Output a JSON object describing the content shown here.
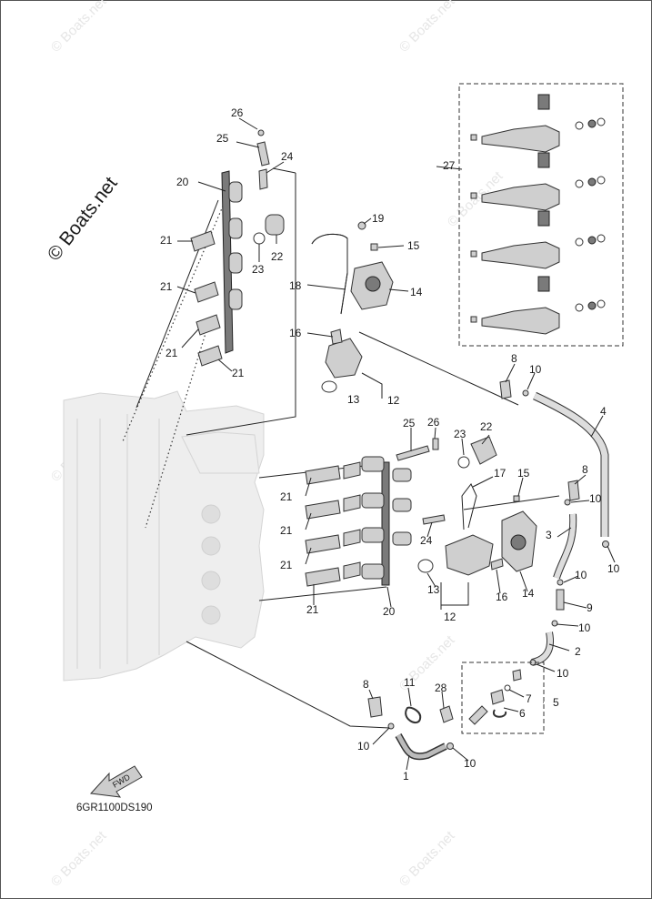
{
  "brand": "© Boats.net",
  "watermark": "© Boats.net",
  "diagram_code": "6GR1100DS190",
  "fwd_label": "FWD",
  "callouts": [
    {
      "id": "c-26",
      "text": "26"
    },
    {
      "id": "c-25",
      "text": "25"
    },
    {
      "id": "c-24",
      "text": "24"
    },
    {
      "id": "c-20",
      "text": "20"
    },
    {
      "id": "c-21a",
      "text": "21"
    },
    {
      "id": "c-22",
      "text": "22"
    },
    {
      "id": "c-23",
      "text": "23"
    },
    {
      "id": "c-19",
      "text": "19"
    },
    {
      "id": "c-15",
      "text": "15"
    },
    {
      "id": "c-21b",
      "text": "21"
    },
    {
      "id": "c-18",
      "text": "18"
    },
    {
      "id": "c-14",
      "text": "14"
    },
    {
      "id": "c-21c",
      "text": "21"
    },
    {
      "id": "c-16",
      "text": "16"
    },
    {
      "id": "c-21d",
      "text": "21"
    },
    {
      "id": "c-13",
      "text": "13"
    },
    {
      "id": "c-12",
      "text": "12"
    },
    {
      "id": "c-27",
      "text": "27"
    },
    {
      "id": "c-8a",
      "text": "8"
    },
    {
      "id": "c-10a",
      "text": "10"
    },
    {
      "id": "c-4",
      "text": "4"
    },
    {
      "id": "c-25b",
      "text": "25"
    },
    {
      "id": "c-26b",
      "text": "26"
    },
    {
      "id": "c-23b",
      "text": "23"
    },
    {
      "id": "c-22b",
      "text": "22"
    },
    {
      "id": "c-17",
      "text": "17"
    },
    {
      "id": "c-15b",
      "text": "15"
    },
    {
      "id": "c-8b",
      "text": "8"
    },
    {
      "id": "c-10b",
      "text": "10"
    },
    {
      "id": "c-21e",
      "text": "21"
    },
    {
      "id": "c-21f",
      "text": "21"
    },
    {
      "id": "c-24b",
      "text": "24"
    },
    {
      "id": "c-3",
      "text": "3"
    },
    {
      "id": "c-21g",
      "text": "21"
    },
    {
      "id": "c-10c",
      "text": "10"
    },
    {
      "id": "c-13b",
      "text": "13"
    },
    {
      "id": "c-14b",
      "text": "14"
    },
    {
      "id": "c-10d",
      "text": "10"
    },
    {
      "id": "c-16b",
      "text": "16"
    },
    {
      "id": "c-21h",
      "text": "21"
    },
    {
      "id": "c-20b",
      "text": "20"
    },
    {
      "id": "c-9",
      "text": "9"
    },
    {
      "id": "c-12b",
      "text": "12"
    },
    {
      "id": "c-10e",
      "text": "10"
    },
    {
      "id": "c-2",
      "text": "2"
    },
    {
      "id": "c-10f",
      "text": "10"
    },
    {
      "id": "c-8c",
      "text": "8"
    },
    {
      "id": "c-11",
      "text": "11"
    },
    {
      "id": "c-28",
      "text": "28"
    },
    {
      "id": "c-7",
      "text": "7"
    },
    {
      "id": "c-5",
      "text": "5"
    },
    {
      "id": "c-6",
      "text": "6"
    },
    {
      "id": "c-10g",
      "text": "10"
    },
    {
      "id": "c-1",
      "text": "1"
    },
    {
      "id": "c-10h",
      "text": "10"
    }
  ]
}
